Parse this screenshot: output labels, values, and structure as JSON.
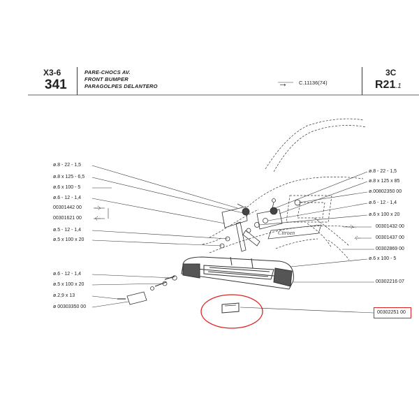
{
  "header": {
    "code_top": "X3-6",
    "code_big": "341",
    "title_fr": "PARE-CHOCS AV.",
    "title_en": "FRONT BUMPER",
    "title_es": "PARAGOLPES DELANTERO",
    "ref_arrow": "→",
    "ref_text": "C.11136(74)",
    "right_top": "3C",
    "right_big": "R21",
    "right_sub": ".1"
  },
  "labels_left": [
    "ø.8 - 22 - 1,5",
    "ø.8 x 125 - 6,5",
    "ø.6 x 100 - 5",
    "ø.6 - 12 - 1,4",
    "00301442 00",
    "00301621 00",
    "ø.5 - 12 - 1,4",
    "ø.5 x 100 x 20",
    "ø.6 - 12 - 1,4",
    "ø.5 x 100 x 20",
    "ø.2,9 x 13",
    "ø 00303350 00"
  ],
  "labels_right": [
    "ø.8 - 22 - 1,5",
    "ø.8 x 125 x 85",
    "ø.00802350 00",
    "ø.6 - 12 - 1,4",
    "ø.6 x 100 x 20",
    "00301432 00",
    "00301437 00",
    "00302869 00",
    "ø.6 x 100 - 5",
    "00302216 07",
    "00302251 00"
  ],
  "emblem_text": "Citroen",
  "colors": {
    "ink": "#333333",
    "highlight": "#dd2222"
  }
}
